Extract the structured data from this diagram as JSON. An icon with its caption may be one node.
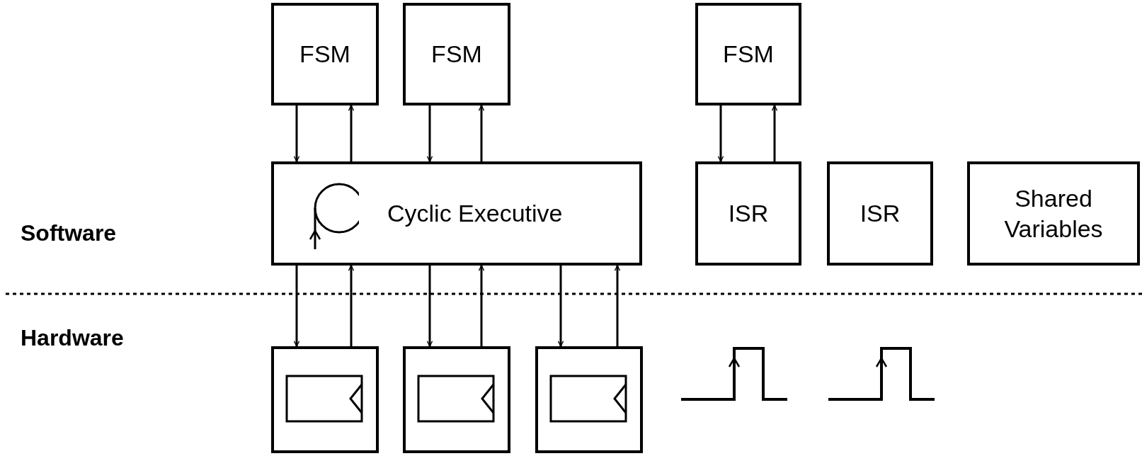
{
  "diagram": {
    "nodes": [
      {
        "text": [
          "FSM"
        ]
      },
      {
        "text": [
          "FSM"
        ]
      },
      {
        "text": [
          "FSM"
        ]
      },
      {
        "text": [
          "Cyclic Executive"
        ]
      },
      {
        "text": [
          "ISR"
        ]
      },
      {
        "text": [
          "ISR"
        ]
      },
      {
        "text": [
          "Shared Variables"
        ]
      },
      {
        "text": [],
        "shape": "box"
      },
      {
        "text": [],
        "shape": "box"
      },
      {
        "text": [],
        "shape": "box"
      }
    ],
    "edges": [
      {
        "from": 0,
        "to": 3,
        "arrow": "to"
      },
      {
        "from": 3,
        "to": 0,
        "arrow": "to"
      },
      {
        "from": 1,
        "to": 3,
        "arrow": "to"
      },
      {
        "from": 3,
        "to": 1,
        "arrow": "to"
      },
      {
        "from": 2,
        "to": 4,
        "arrow": "to"
      },
      {
        "from": 4,
        "to": 2,
        "arrow": "to"
      },
      {
        "from": 3,
        "to": 7,
        "arrow": "to"
      },
      {
        "from": 7,
        "to": 3,
        "arrow": "to"
      },
      {
        "from": 3,
        "to": 8,
        "arrow": "to"
      },
      {
        "from": 8,
        "to": 3,
        "arrow": "to"
      },
      {
        "from": 3,
        "to": 9,
        "arrow": "to"
      },
      {
        "from": 9,
        "to": 3,
        "arrow": "to"
      }
    ],
    "labels": [
      "Software",
      "Hardware"
    ]
  }
}
